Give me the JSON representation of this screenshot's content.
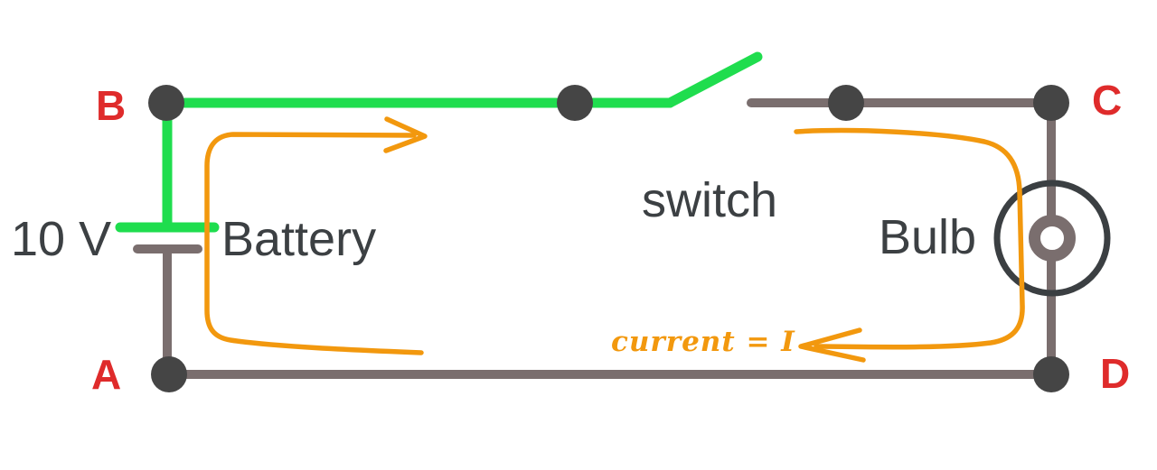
{
  "colors": {
    "background": "#ffffff",
    "wire-green": "#1fdd4e",
    "wire-gray": "#7a6e6e",
    "node-fill": "#454545",
    "bulb-outline": "#3b3f42",
    "label-red": "#df2b2b",
    "annotation-orange": "#f2980e",
    "text-dark": "#3c4043"
  },
  "diagram": {
    "labels": {
      "voltage": "10 V",
      "battery": "Battery",
      "switch": "switch",
      "bulb": "Bulb",
      "current": "current = I"
    },
    "node_labels": {
      "a": "A",
      "b": "B",
      "c": "C",
      "d": "D"
    }
  }
}
